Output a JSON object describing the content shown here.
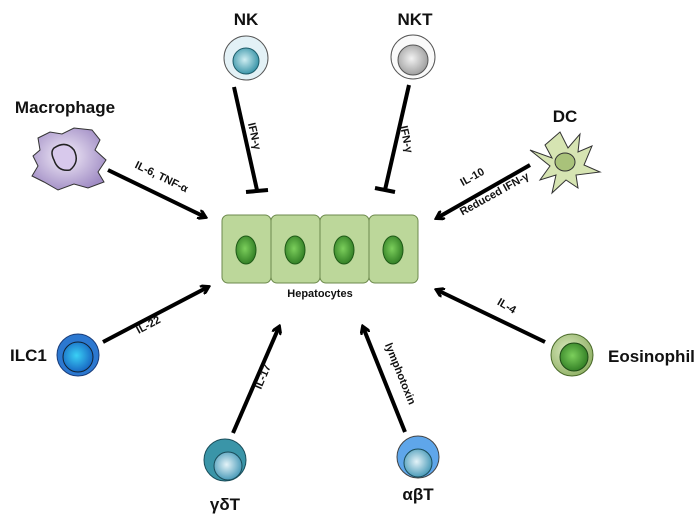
{
  "title": "",
  "target": {
    "label": "Hepatocytes",
    "cell_count": 4,
    "color": "#bcd79a",
    "nucleus_color": "#3f8f2a"
  },
  "cells": {
    "nk": {
      "label": "NK",
      "cytokine": "IFN-γ",
      "effect": "inhibit",
      "color": "#3d9db0"
    },
    "nkt": {
      "label": "NKT",
      "cytokine": "IFN-γ",
      "effect": "inhibit",
      "color": "#b5b5b5"
    },
    "macrophage": {
      "label": "Macrophage",
      "cytokine": "IL-6, TNF-α",
      "effect": "promote",
      "color": "#b9a9d2"
    },
    "dc": {
      "label": "DC",
      "cytokine_line1": "IL-10",
      "cytokine_line2": "Reduced IFN-γ",
      "effect": "promote",
      "color": "#d6e4b2"
    },
    "ilc1": {
      "label": "ILC1",
      "cytokine": "IL-22",
      "effect": "promote",
      "color": "#1c7fd8"
    },
    "gdt": {
      "label": "γδT",
      "cytokine": "IL-17",
      "effect": "promote",
      "color": "#3a95a8"
    },
    "abt": {
      "label": "αβT",
      "cytokine": "lymphotoxin",
      "effect": "promote",
      "color": "#5fa6ea"
    },
    "eosinophil": {
      "label": "Eosinophil",
      "cytokine": "IL-4",
      "effect": "promote",
      "color": "#5d9a3c"
    }
  }
}
